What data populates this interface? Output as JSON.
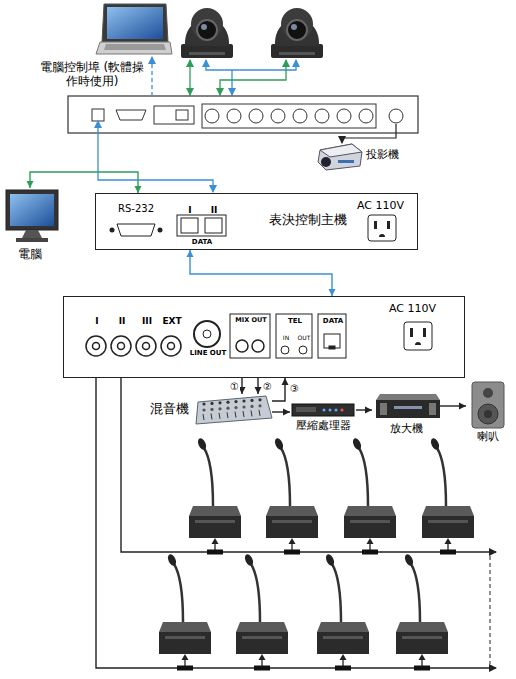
{
  "diagram": {
    "nodes": [
      {
        "text": [
          "電腦控制埠 (軟體操作時使用)"
        ]
      },
      {
        "text": [
          "投影機"
        ]
      },
      {
        "text": [
          "電腦"
        ]
      },
      {
        "text": [
          "RS-232",
          "I",
          "II",
          "DATA",
          "表決控制主機",
          "AC 110V"
        ]
      },
      {
        "text": [
          "I",
          "II",
          "III",
          "EXT",
          "LINE OUT",
          "MIX OUT",
          "TEL",
          "IN",
          "OUT",
          "DATA",
          "AC 110V"
        ]
      },
      {
        "text": [
          "混音機"
        ]
      },
      {
        "text": [
          "壓縮處理器"
        ]
      },
      {
        "text": [
          "放大機"
        ]
      },
      {
        "text": [
          "喇叭"
        ]
      }
    ],
    "edges": [
      {
        "from": 2,
        "to": 3,
        "arrow": "both"
      },
      {
        "from": 3,
        "to": 4,
        "arrow": "both"
      },
      {
        "from": 4,
        "to": 5,
        "label": "①",
        "arrow": "to"
      },
      {
        "from": 4,
        "to": 5,
        "label": "②",
        "arrow": "to"
      },
      {
        "from": 5,
        "to": 4,
        "label": "③",
        "arrow": "to"
      },
      {
        "from": 5,
        "to": 6,
        "arrow": "to"
      },
      {
        "from": 6,
        "to": 7,
        "arrow": "to"
      },
      {
        "from": 7,
        "to": 8,
        "arrow": "to"
      }
    ]
  }
}
